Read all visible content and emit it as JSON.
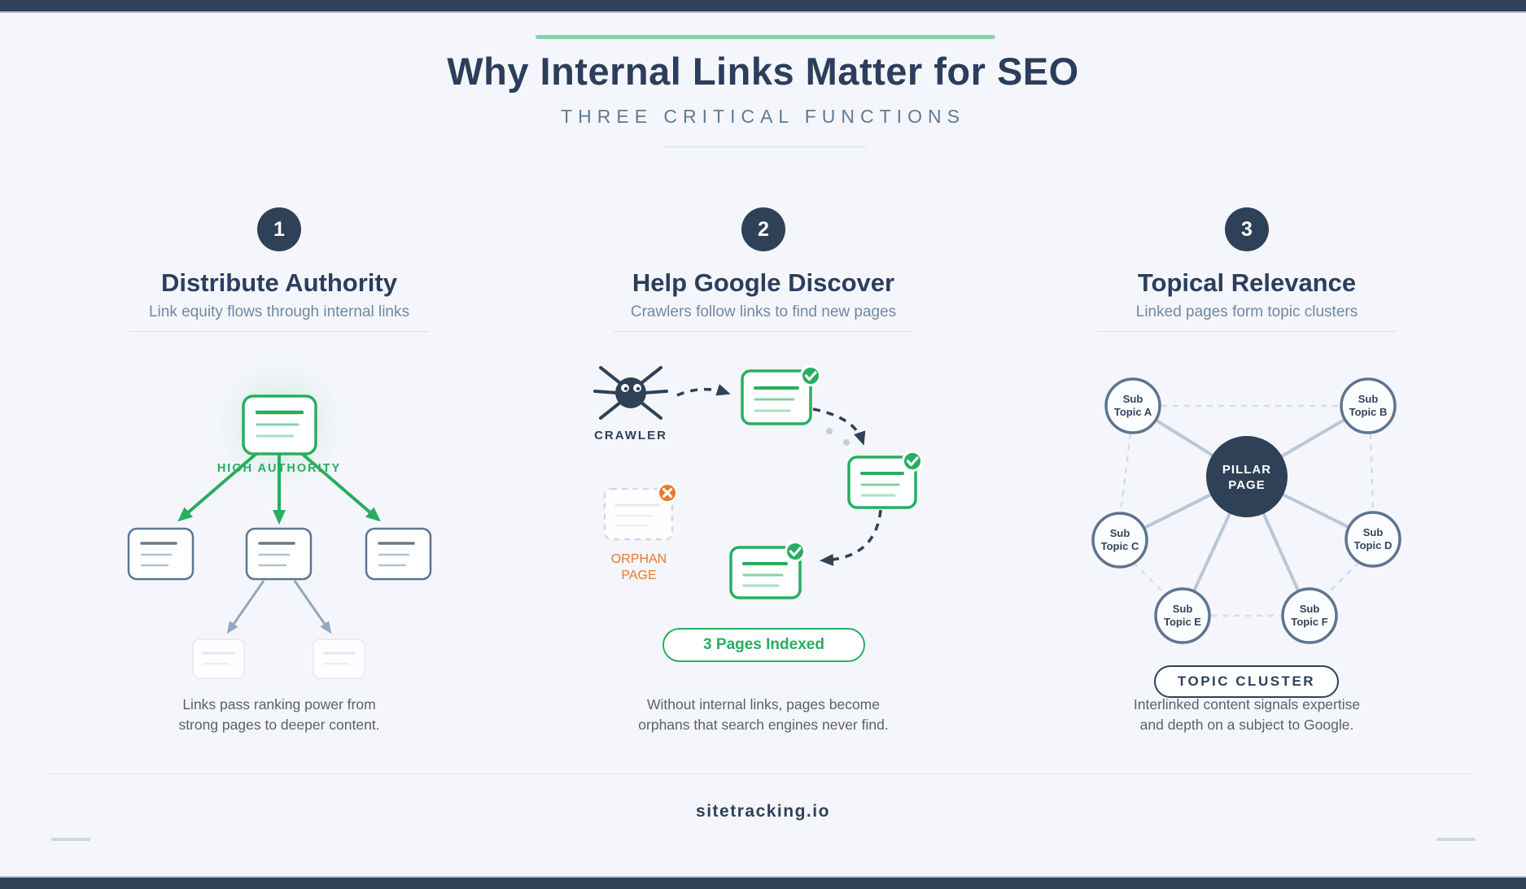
{
  "header": {
    "title": "Why Internal Links Matter for SEO",
    "subtitle": "THREE CRITICAL FUNCTIONS"
  },
  "sections": [
    {
      "number": "1",
      "title": "Distribute Authority",
      "subtitle": "Link equity flows through internal links",
      "diagram": {
        "source_label": "HIGH AUTHORITY"
      },
      "caption": {
        "line1": "Links pass ranking power from",
        "line2": "strong pages to deeper content."
      }
    },
    {
      "number": "2",
      "title": "Help Google Discover",
      "subtitle": "Crawlers follow links to find new pages",
      "diagram": {
        "crawler_label": "CRAWLER",
        "orphan_label_line1": "ORPHAN",
        "orphan_label_line2": "PAGE",
        "indexed_badge": "3 Pages Indexed"
      },
      "caption": {
        "line1": "Without internal links, pages become",
        "line2": "orphans that search engines never find."
      }
    },
    {
      "number": "3",
      "title": "Topical Relevance",
      "subtitle": "Linked pages form topic clusters",
      "diagram": {
        "pillar_line1": "PILLAR",
        "pillar_line2": "PAGE",
        "cluster_badge": "TOPIC CLUSTER",
        "subtopics": [
          {
            "line1": "Sub",
            "line2": "Topic A"
          },
          {
            "line1": "Sub",
            "line2": "Topic B"
          },
          {
            "line1": "Sub",
            "line2": "Topic C"
          },
          {
            "line1": "Sub",
            "line2": "Topic D"
          },
          {
            "line1": "Sub",
            "line2": "Topic E"
          },
          {
            "line1": "Sub",
            "line2": "Topic F"
          }
        ]
      },
      "caption": {
        "line1": "Interlinked content signals expertise",
        "line2": "and depth on a subject to Google."
      }
    }
  ],
  "footer": {
    "brand": "sitetracking.io"
  },
  "colors": {
    "navy": "#2e4157",
    "green": "#27ae60",
    "light_green": "#8bd0a4",
    "orange": "#e8792e",
    "slate": "#5d7590",
    "background": "#f4f6fb"
  }
}
